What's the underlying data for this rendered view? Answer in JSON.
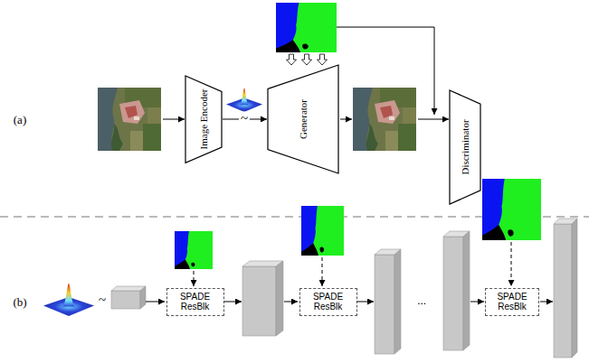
{
  "diagram": {
    "nodes": [
      {
        "text": [
          "Image Encoder"
        ]
      },
      {
        "text": [
          "Generator"
        ]
      },
      {
        "text": [
          "Discriminator"
        ]
      },
      {
        "text": [
          "SPADE ResBlk"
        ]
      },
      {
        "text": [
          "SPADE ResBlk"
        ]
      },
      {
        "text": [
          "SPADE ResBlk"
        ]
      }
    ],
    "edges": [
      {
        "from": 0,
        "to": 1,
        "arrow": "to"
      }
    ],
    "labels": [
      "(a)",
      "~",
      "(b)",
      "~",
      "..."
    ]
  }
}
